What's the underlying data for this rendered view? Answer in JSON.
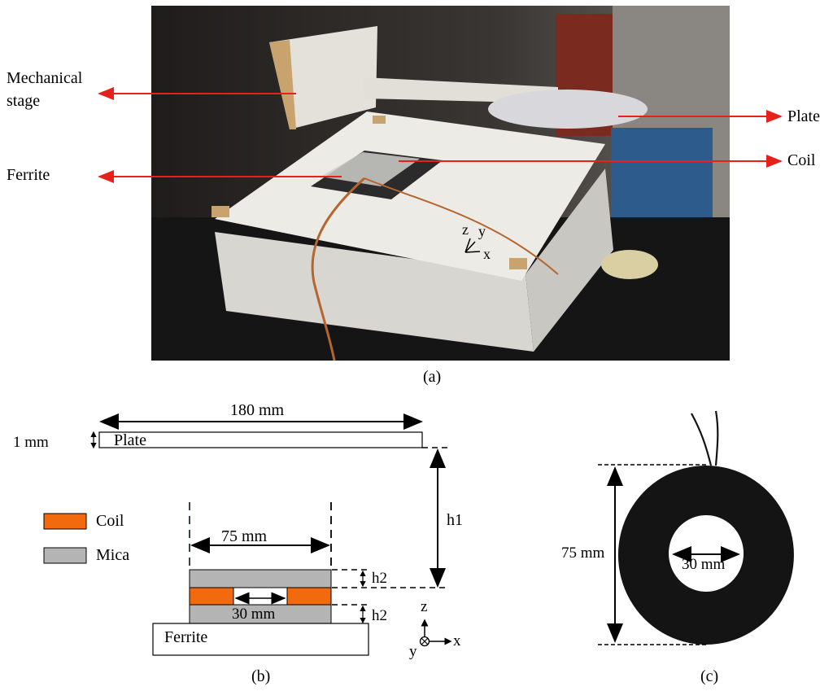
{
  "photo": {
    "labels": {
      "mechanical_stage_line1": "Mechanical",
      "mechanical_stage_line2": "stage",
      "ferrite": "Ferrite",
      "plate": "Plate",
      "coil": "Coil",
      "axis_z": "z",
      "axis_y": "y",
      "axis_x": "x"
    },
    "caption": "(a)",
    "colors": {
      "arrow": "#e8201c",
      "foam": "#ecebe6",
      "wood": "#c9a36e",
      "background": "#2a2826"
    }
  },
  "schematic": {
    "caption": "(b)",
    "plate_label": "Plate",
    "plate_width": "180 mm",
    "plate_thickness": "1 mm",
    "h1": "h1",
    "h2_top": "h2",
    "h2_bottom": "h2",
    "coil_width": "75 mm",
    "coil_inner": "30 mm",
    "ferrite_label": "Ferrite",
    "legend": [
      {
        "label": "Coil",
        "color": "#f26a0e"
      },
      {
        "label": "Mica",
        "color": "#b4b4b4"
      }
    ],
    "axes": {
      "z": "z",
      "y": "y",
      "x": "x"
    }
  },
  "coil_view": {
    "caption": "(c)",
    "outer": "75 mm",
    "inner": "30 mm",
    "coil_color": "#141414"
  }
}
